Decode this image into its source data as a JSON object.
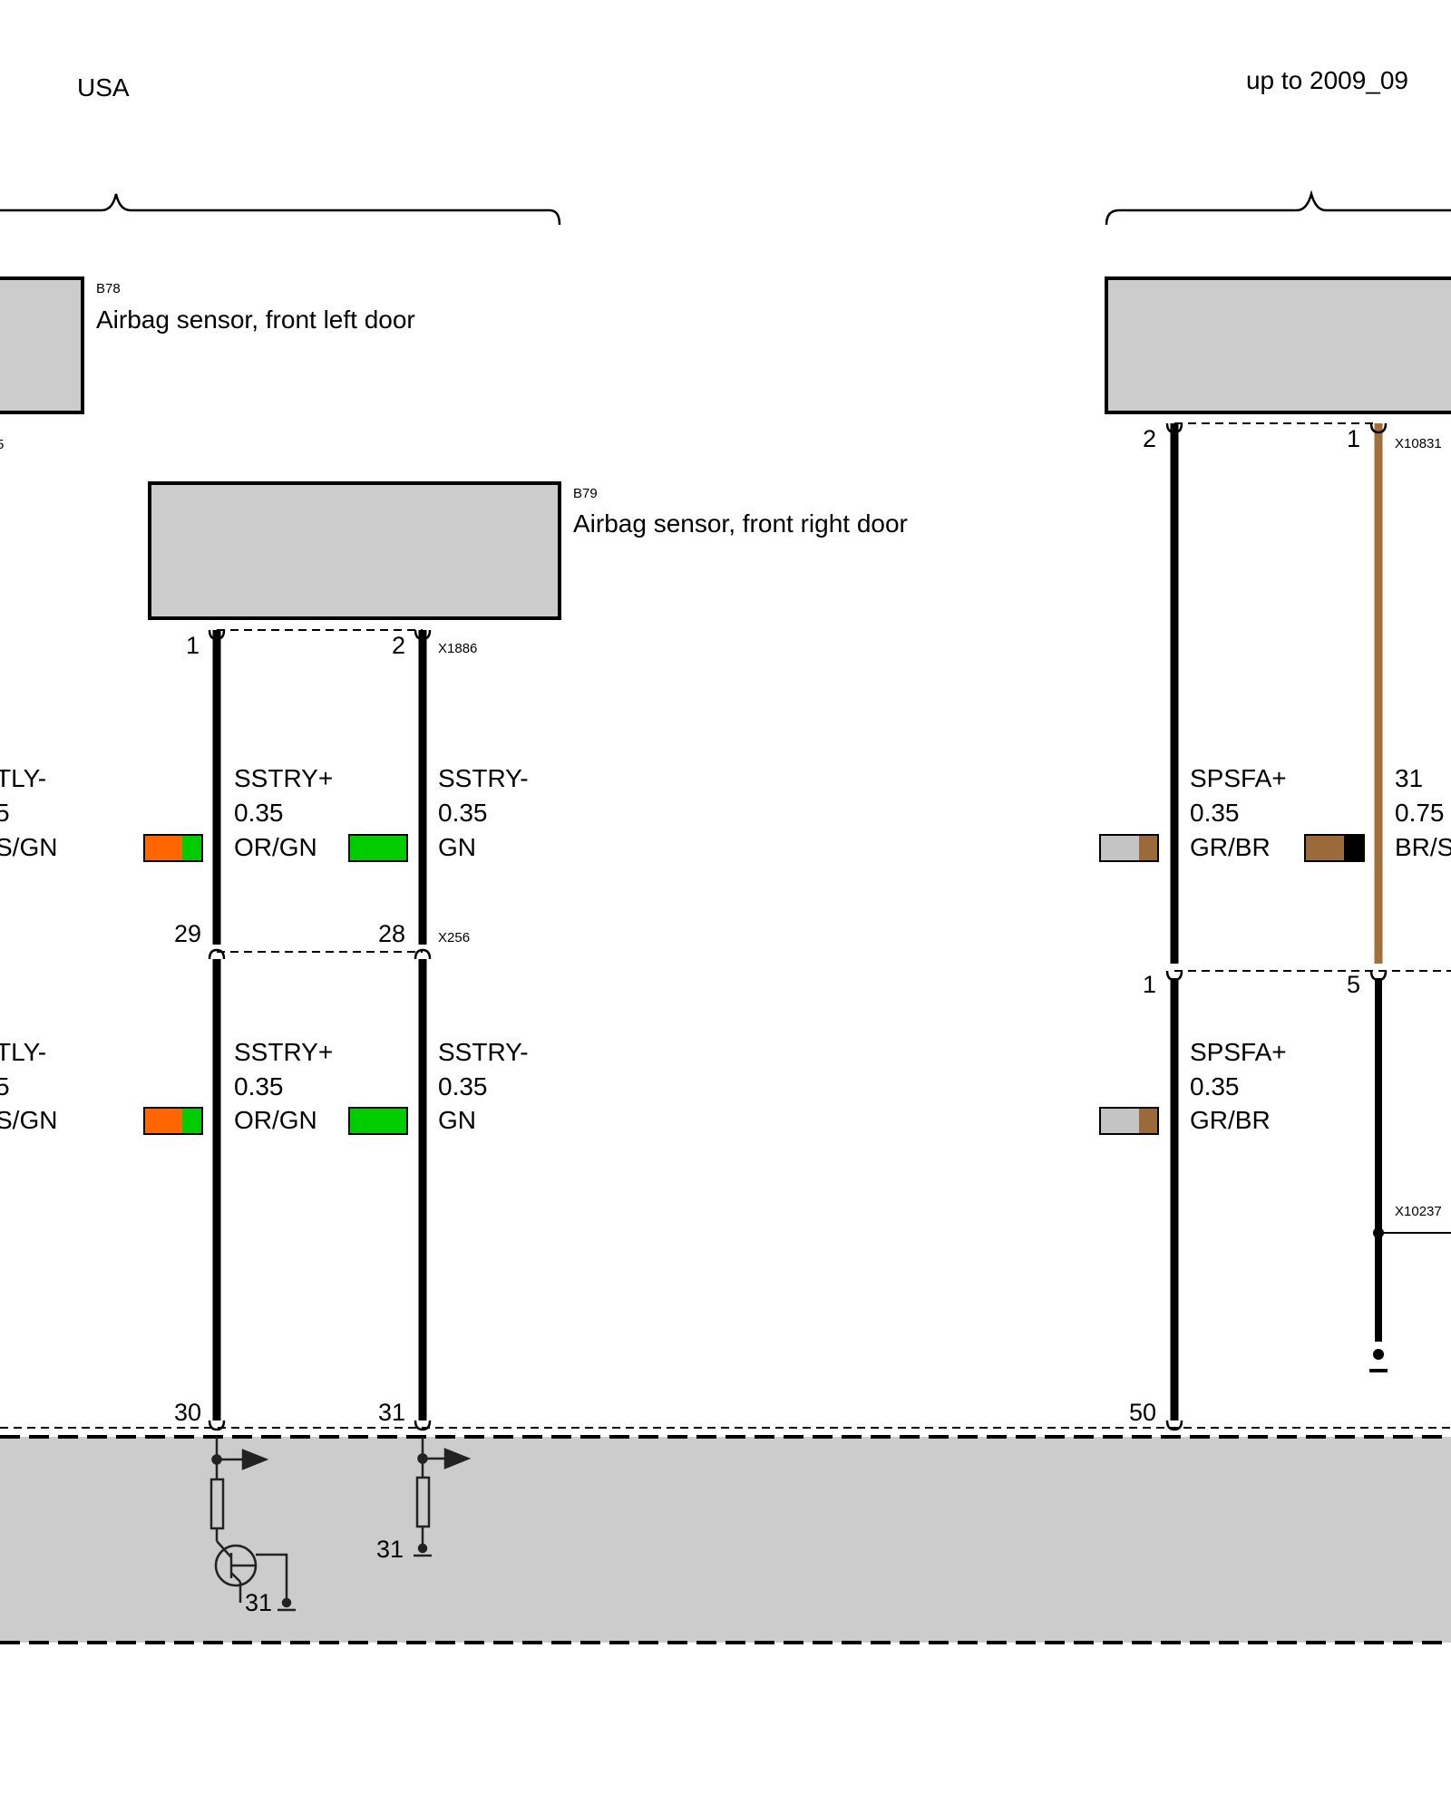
{
  "header": {
    "left": "USA",
    "right": "up to 2009_09"
  },
  "components": {
    "b78": {
      "id": "B78",
      "name": "Airbag sensor, front left door"
    },
    "b79": {
      "id": "B79",
      "name": "Airbag sensor, front right door"
    }
  },
  "connectors": {
    "x1886": "X1886",
    "x256": "X256",
    "x10831": "X10831",
    "x10237": "X10237",
    "left_partial": "5"
  },
  "pins": {
    "b79_1": "1",
    "b79_2": "2",
    "x256_29": "29",
    "x256_28": "28",
    "ecu_30": "30",
    "ecu_31": "31",
    "right_top_2": "2",
    "right_top_1": "1",
    "right_mid_1": "1",
    "right_mid_5": "5",
    "ecu_50": "50",
    "ground_a": "31",
    "ground_b": "31"
  },
  "wires": {
    "left_partial_upper": {
      "signal": "TLY-",
      "size": "5",
      "color": "S/GN"
    },
    "left_partial_lower": {
      "signal": "TLY-",
      "size": "5",
      "color": "S/GN"
    },
    "sstry_plus_upper": {
      "signal": "SSTRY+",
      "size": "0.35",
      "color": "OR/GN",
      "swatch": [
        "#ff6600",
        "#00cc00"
      ]
    },
    "sstry_minus_upper": {
      "signal": "SSTRY-",
      "size": "0.35",
      "color": "GN",
      "swatch": [
        "#00cc00",
        "#00cc00"
      ]
    },
    "sstry_plus_lower": {
      "signal": "SSTRY+",
      "size": "0.35",
      "color": "OR/GN",
      "swatch": [
        "#ff6600",
        "#00cc00"
      ]
    },
    "sstry_minus_lower": {
      "signal": "SSTRY-",
      "size": "0.35",
      "color": "GN",
      "swatch": [
        "#00cc00",
        "#00cc00"
      ]
    },
    "spsfa_plus_upper": {
      "signal": "SPSFA+",
      "size": "0.35",
      "color": "GR/BR",
      "swatch": [
        "#c4c4c4",
        "#9a6a3a"
      ]
    },
    "spsfa_plus_lower": {
      "signal": "SPSFA+",
      "size": "0.35",
      "color": "GR/BR",
      "swatch": [
        "#c4c4c4",
        "#9a6a3a"
      ]
    },
    "ground_31": {
      "signal": "31",
      "size": "0.75",
      "color": "BR/S",
      "swatch": [
        "#9a6a3a",
        "#000000"
      ]
    }
  },
  "colors": {
    "housing_fill": "#cccccc",
    "brown_wire": "#a0703c",
    "black_wire": "#000000"
  }
}
